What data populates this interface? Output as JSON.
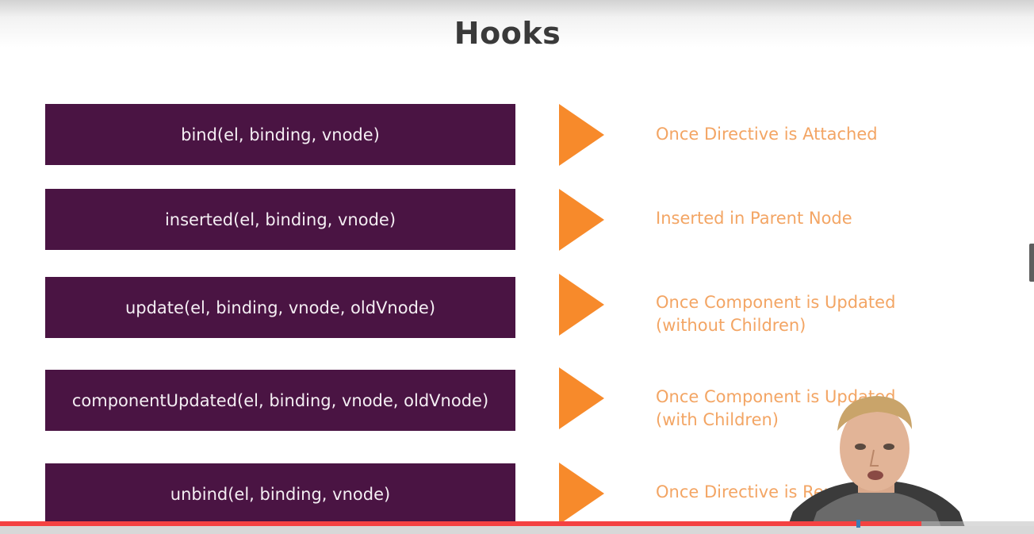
{
  "slide": {
    "title": "Hooks",
    "hooks": [
      {
        "signature": "bind(el, binding, vnode)",
        "description": [
          "Once Directive is Attached"
        ]
      },
      {
        "signature": "inserted(el, binding, vnode)",
        "description": [
          "Inserted in Parent Node"
        ]
      },
      {
        "signature": "update(el, binding, vnode, oldVnode)",
        "description": [
          "Once Component is Updated",
          "(without Children)"
        ]
      },
      {
        "signature": "componentUpdated(el, binding, vnode, oldVnode)",
        "description": [
          "Once Component is Updated",
          "(with Children)"
        ]
      },
      {
        "signature": "unbind(el, binding, vnode)",
        "description": [
          "Once Directive is Removed"
        ]
      }
    ]
  },
  "colors": {
    "hook_box": "#4a1443",
    "arrow": "#f78a2b",
    "description_text": "#f3a564",
    "progress_played": "#f44242"
  },
  "player": {
    "progress_fraction": 0.83
  }
}
